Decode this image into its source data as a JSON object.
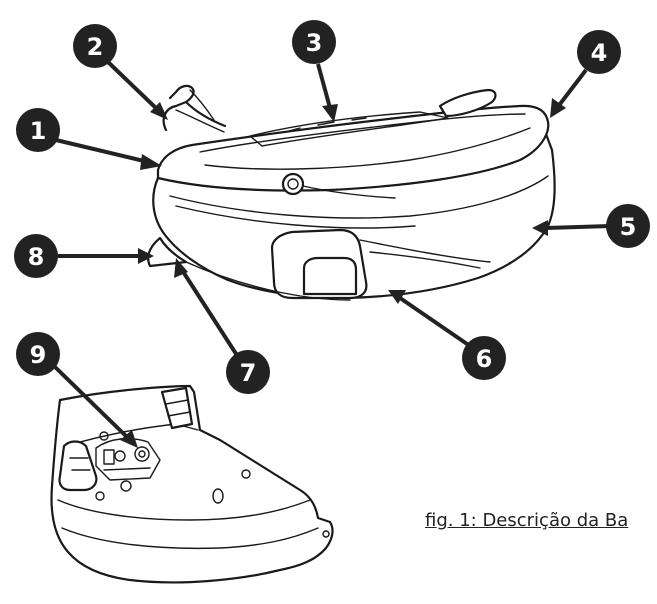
{
  "figure": {
    "caption": "fig. 1: Descrição da Ba",
    "colors": {
      "callout": "#222222",
      "line": "#1a1a1a",
      "background": "#ffffff"
    },
    "callouts": [
      {
        "label": "1"
      },
      {
        "label": "2"
      },
      {
        "label": "3"
      },
      {
        "label": "4"
      },
      {
        "label": "5"
      },
      {
        "label": "6"
      },
      {
        "label": "7"
      },
      {
        "label": "8"
      },
      {
        "label": "9"
      }
    ]
  }
}
